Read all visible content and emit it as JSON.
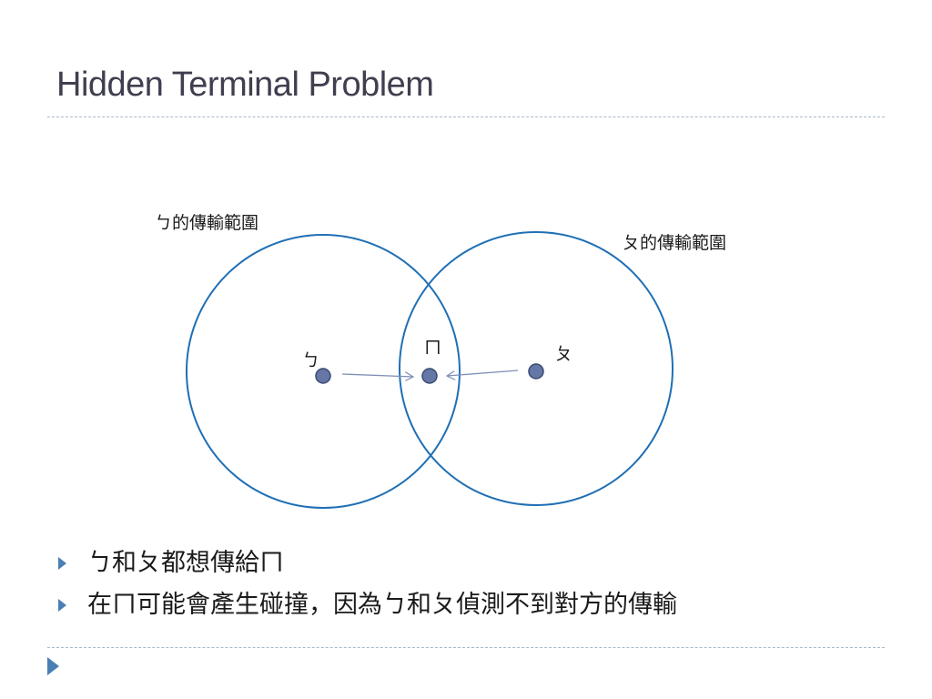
{
  "title": "Hidden Terminal Problem",
  "diagram": {
    "range_label_left": "ㄅ的傳輸範圍",
    "range_label_right": "ㄆ的傳輸範圍",
    "node_a_label": "ㄅ",
    "node_b_label": "ㄆ",
    "node_m_label": "ㄇ",
    "colors": {
      "circle_stroke": "#1f6fb5",
      "node_fill": "#6577a6",
      "node_stroke": "#3b4a73",
      "arrow": "#7f8fb8"
    }
  },
  "bullets": [
    "ㄅ和ㄆ都想傳給ㄇ",
    "在ㄇ可能會產生碰撞，因為ㄅ和ㄆ偵測不到對方的傳輸"
  ],
  "colors": {
    "title": "#3f3f4f",
    "bullet_marker": "#4a7fb5",
    "rule": "#a9b8c8"
  }
}
